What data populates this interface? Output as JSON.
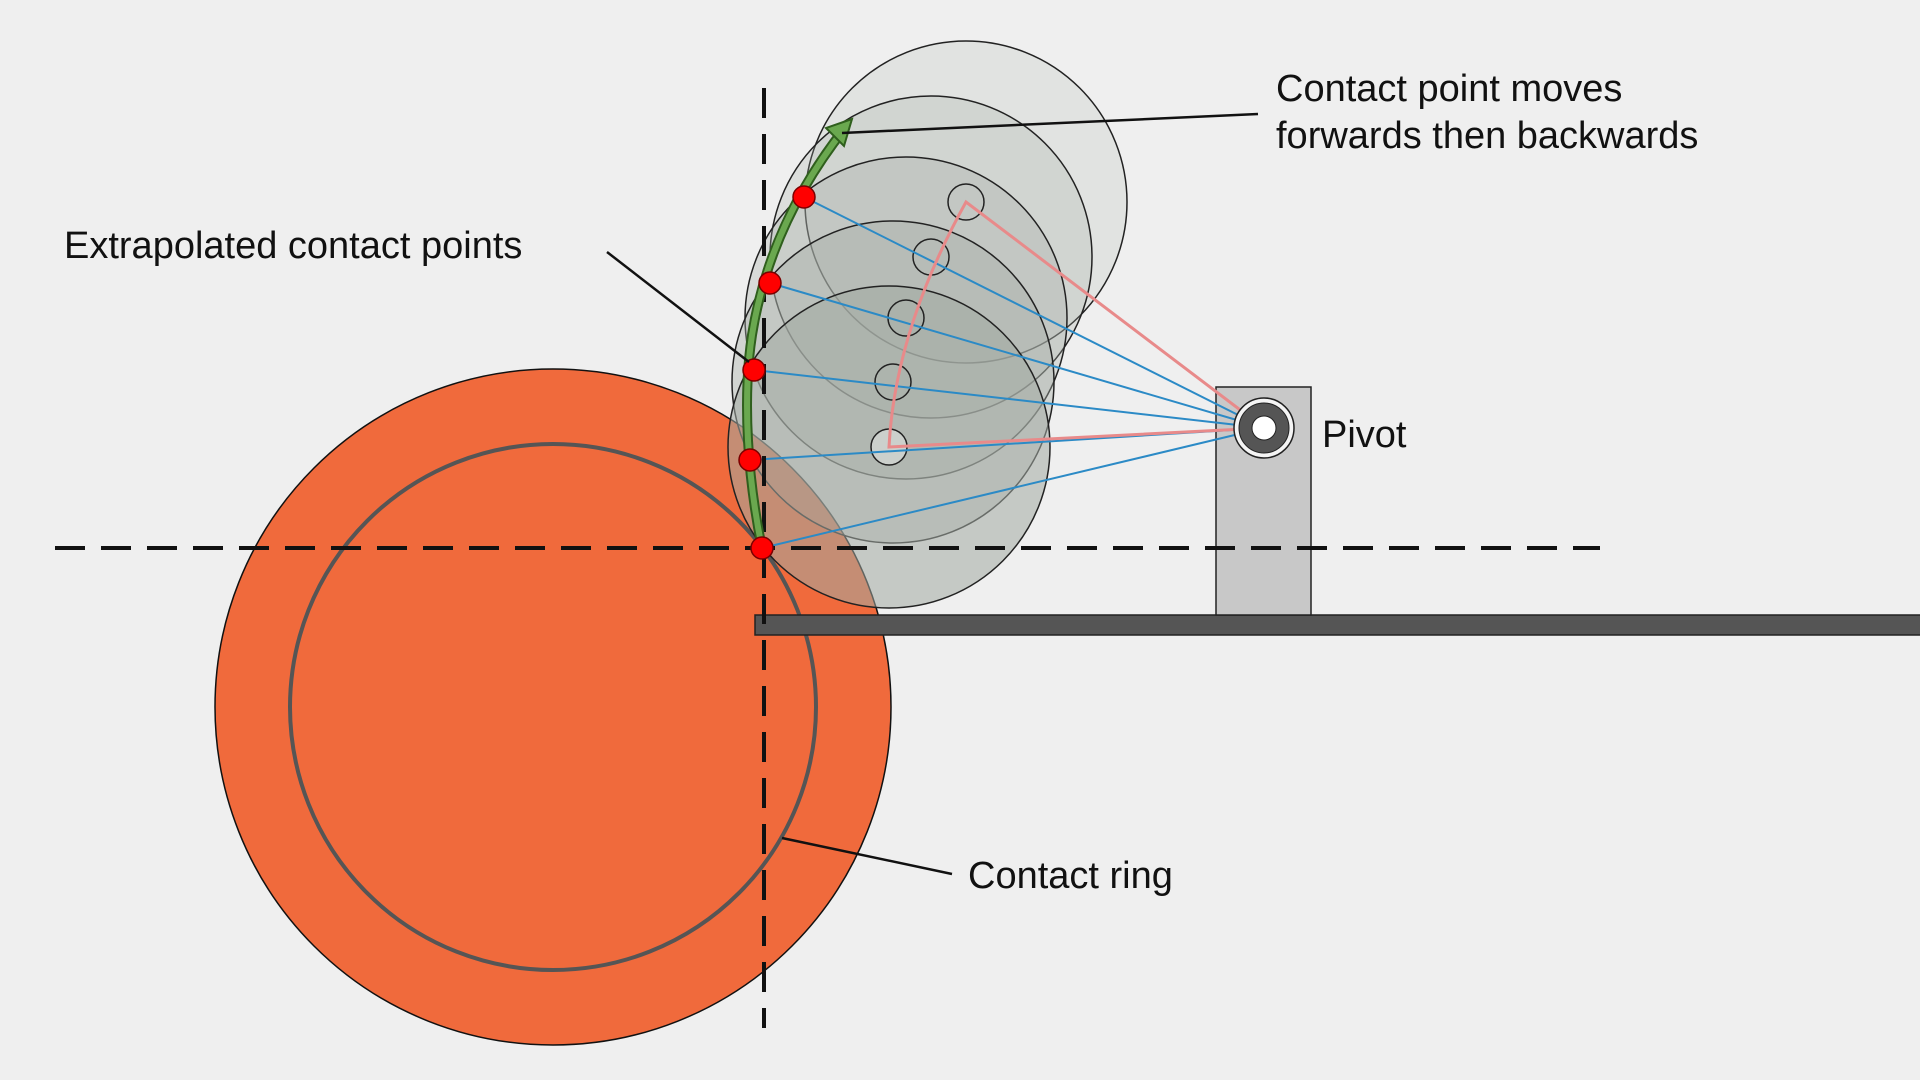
{
  "labels": {
    "motion_line1": "Contact point moves",
    "motion_line2": "forwards then backwards",
    "extrapolated": "Extrapolated contact points",
    "pivot": "Pivot",
    "contact_ring": "Contact ring"
  },
  "colors": {
    "background": "#efefef",
    "wheel_fill": "#f06a3c",
    "ring_stroke": "#555555",
    "disc_fill": "#a3aaa3",
    "contact_point": "#ff0000",
    "radius_line": "#2b8ac6",
    "center_path": "#e88a8a",
    "motion_arrow": "#6aa84f",
    "pivot_block": "#c8c8c8",
    "rail": "#555555"
  },
  "contact_point_count": 5,
  "disc_positions_shown": 5
}
